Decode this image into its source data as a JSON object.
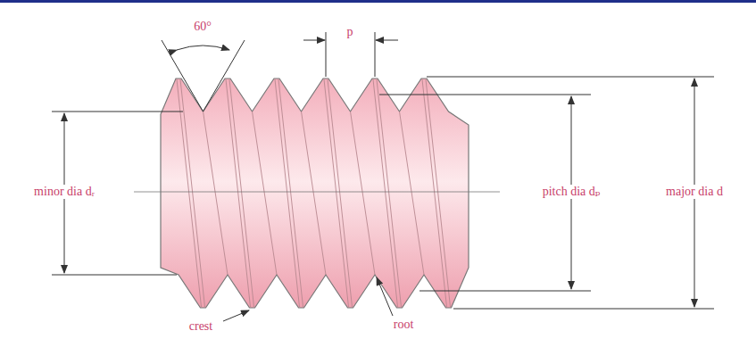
{
  "diagram": {
    "labels": [
      "60°",
      "p",
      "minor dia dᵣ",
      "pitch dia dₚ",
      "major dia d",
      "crest",
      "root"
    ]
  }
}
